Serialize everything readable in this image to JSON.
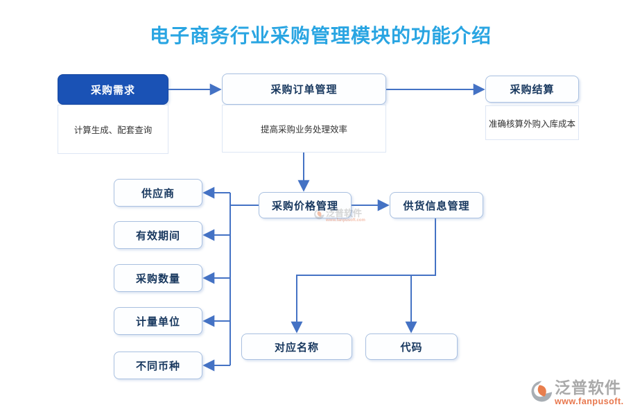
{
  "title": "电子商务行业采购管理模块的功能介绍",
  "flow": {
    "top": [
      {
        "label": "采购需求",
        "desc": "计算生成、配套查询"
      },
      {
        "label": "采购订单管理",
        "desc": "提高采购业务处理效率"
      },
      {
        "label": "采购结算",
        "desc": "准确核算外购入库成本"
      }
    ],
    "mid": [
      {
        "label": "采购价格管理"
      },
      {
        "label": "供货信息管理"
      }
    ],
    "left_items": [
      {
        "label": "供应商"
      },
      {
        "label": "有效期间"
      },
      {
        "label": "采购数量"
      },
      {
        "label": "计量单位"
      },
      {
        "label": "不同币种"
      }
    ],
    "bottom": [
      {
        "label": "对应名称"
      },
      {
        "label": "代码"
      }
    ]
  },
  "watermark": {
    "brand": "泛普软件",
    "url": "www.fanpusoft.com"
  },
  "colors": {
    "title_blue": "#29a5e2",
    "primary_node_blue": "#1a52b5",
    "node_text_navy": "#17375e",
    "connector_blue": "#4472c4",
    "watermark_gray": "#9b9b9b",
    "watermark_orange": "#e4602f"
  }
}
